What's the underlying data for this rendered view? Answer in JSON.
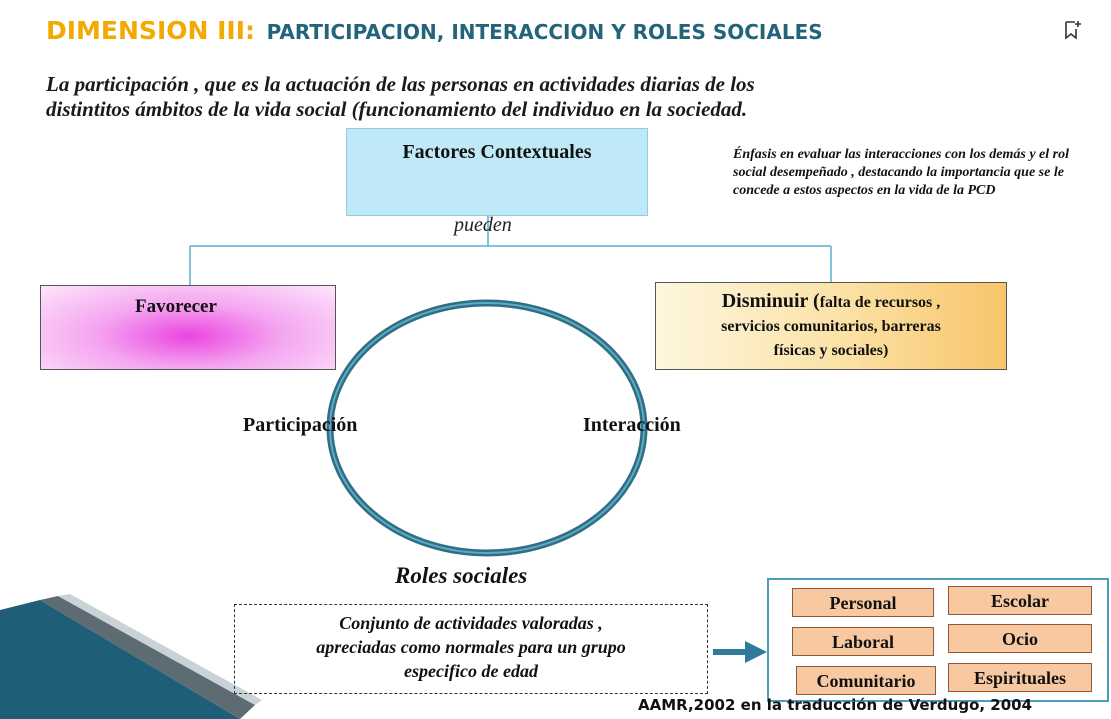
{
  "header": {
    "title_main": "DIMENSION III:",
    "title_sub": "PARTICIPACION, INTERACCION Y ROLES SOCIALES",
    "bookmark_icon": "bookmark-plus-icon"
  },
  "intro": {
    "line1": "La participación , que es la actuación de las personas en actividades diarias de los",
    "line2": "distintitos ámbitos de la vida social (funcionamiento del individuo en la sociedad."
  },
  "diagram": {
    "factores": "Factores Contextuales",
    "enfasis": "Énfasis en evaluar las interacciones con los demás y el rol social desempeñado , destacando la importancia que se le concede a estos aspectos en la vida de la PCD",
    "pueden": "pueden",
    "favorecer": "Favorecer",
    "disminuir_big": "Disminuir (",
    "disminuir_small": "falta de recursos ,",
    "disminuir_line2": "servicios comunitarios, barreras",
    "disminuir_line3": "físicas y sociales)",
    "participacion": "Participación",
    "interaccion": "Interacción",
    "roles": "Roles sociales",
    "conjunto_line1": "Conjunto de actividades valoradas ,",
    "conjunto_line2": "apreciadas  como normales para un grupo",
    "conjunto_line3": "especifico de edad"
  },
  "roles_list": {
    "personal": "Personal",
    "escolar": "Escolar",
    "laboral": "Laboral",
    "ocio": "Ocio",
    "comunitario": "Comunitario",
    "espirituales": "Espirituales"
  },
  "citation": "AAMR,2002 en la traducción de Verdugo, 2004",
  "colors": {
    "title_orange": "#f2a900",
    "title_teal": "#24647a",
    "circle": "#2f6f86",
    "arrow": "#2e7a99",
    "chip_fill": "#f8c8a0",
    "panel_border": "#4a9dbb"
  }
}
